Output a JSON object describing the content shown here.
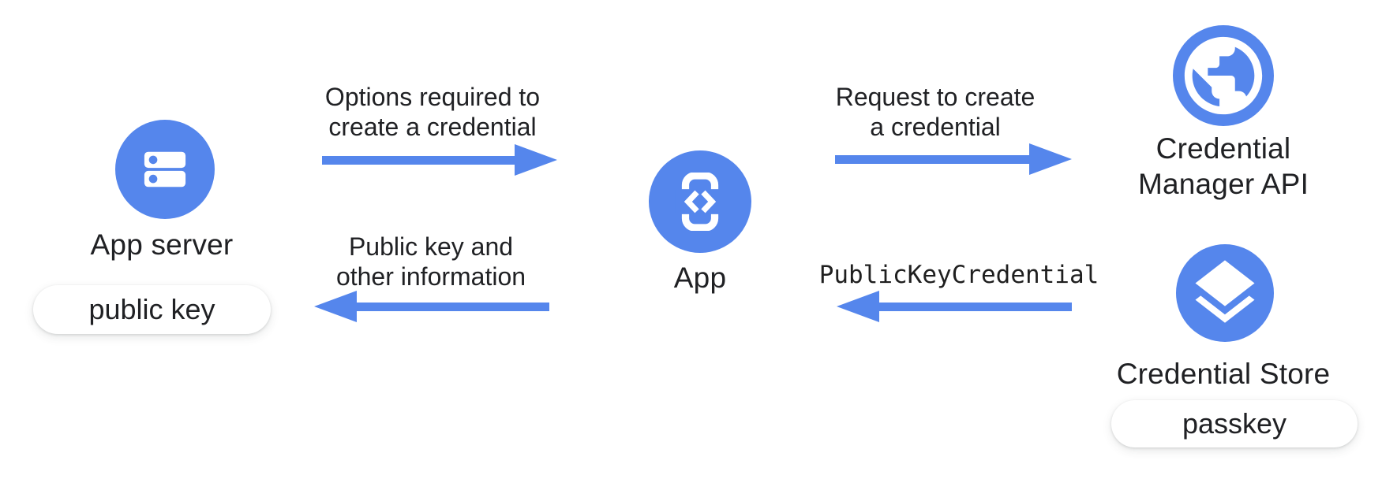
{
  "colors": {
    "accent_blue": "#5586EC",
    "text": "#202124",
    "pill_background": "#FFFFFF"
  },
  "nodes": {
    "app_server": {
      "label": "App server",
      "badge": "public key",
      "icon": "server-icon"
    },
    "app": {
      "label": "App",
      "icon": "phone-code-icon"
    },
    "credential_manager_api": {
      "label": "Credential\nManager API",
      "icon": "globe-icon"
    },
    "credential_store": {
      "label": "Credential Store",
      "badge": "passkey",
      "icon": "layers-icon"
    }
  },
  "arrows": {
    "options": {
      "label": "Options required to\ncreate a credential",
      "direction": "right",
      "from": "App server",
      "to": "App"
    },
    "request": {
      "label": "Request to create\na credential",
      "direction": "right",
      "from": "App",
      "to": "Credential Manager API"
    },
    "public_key_info": {
      "label": "Public key and\nother information",
      "direction": "left",
      "from": "App",
      "to": "App server"
    },
    "public_key_credential": {
      "label": "PublicKeyCredential",
      "direction": "left",
      "from": "Credential Store",
      "to": "App"
    }
  }
}
